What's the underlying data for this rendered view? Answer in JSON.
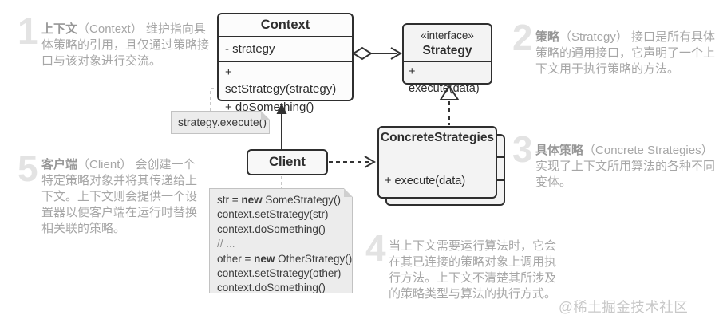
{
  "uml": {
    "context": {
      "title": "Context",
      "attributes": [
        "- strategy"
      ],
      "methods": [
        "+ setStrategy(strategy)",
        "+ doSomething()"
      ]
    },
    "strategy": {
      "stereotype": "«interface»",
      "title": "Strategy",
      "methods": [
        "+ execute(data)"
      ]
    },
    "concrete": {
      "title": "ConcreteStrategies",
      "methods": [
        "+ execute(data)"
      ]
    },
    "client": {
      "title": "Client"
    },
    "execute_note": "strategy.execute()",
    "code_note": {
      "lines": [
        {
          "pre": "str = ",
          "bold": "new",
          "post": " SomeStrategy()"
        },
        {
          "pre": "context.setStrategy(str)",
          "bold": "",
          "post": ""
        },
        {
          "pre": "context.doSomething()",
          "bold": "",
          "post": ""
        },
        {
          "pre": "// ...",
          "bold": "",
          "post": ""
        },
        {
          "pre": "other = ",
          "bold": "new",
          "post": " OtherStrategy()"
        },
        {
          "pre": "context.setStrategy(other)",
          "bold": "",
          "post": ""
        },
        {
          "pre": "context.doSomething()",
          "bold": "",
          "post": ""
        }
      ]
    }
  },
  "annotations": [
    {
      "number": "1",
      "lead": "上下文",
      "rest": "（Context） 维护指向具体策略的引用，且仅通过策略接口与该对象进行交流。"
    },
    {
      "number": "2",
      "lead": "策略",
      "rest": "（Strategy） 接口是所有具体策略的通用接口，它声明了一个上下文用于执行策略的方法。"
    },
    {
      "number": "3",
      "lead": "具体策略",
      "rest": "（Concrete Strategies） 实现了上下文所用算法的各种不同变体。"
    },
    {
      "number": "4",
      "lead": "",
      "rest": "当上下文需要运行算法时，它会在其已连接的策略对象上调用执行方法。上下文不清楚其所涉及的策略类型与算法的执行方式。"
    },
    {
      "number": "5",
      "lead": "客户端",
      "rest": "（Client） 会创建一个特定策略对象并将其传递给上下文。上下文则会提供一个设置器以便客户端在运行时替换相关联的策略。"
    }
  ],
  "watermark": "@稀土掘金技术社区",
  "colors": {
    "box_border": "#2e2e2e",
    "note_bg": "#ececec",
    "annotation_text": "#a6a6a6",
    "big_number": "#e3e3e3",
    "gray_connector": "#b5b5b5"
  }
}
